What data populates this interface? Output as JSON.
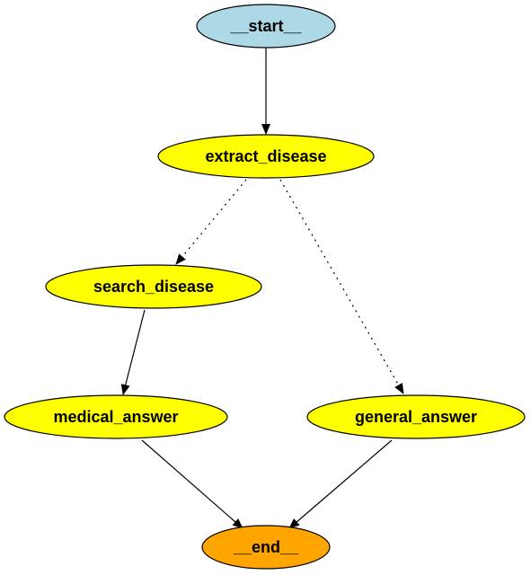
{
  "graph": {
    "nodes": [
      {
        "id": "start",
        "label": "__start__",
        "fill": "#add8e6"
      },
      {
        "id": "extract_disease",
        "label": "extract_disease",
        "fill": "#ffff00"
      },
      {
        "id": "search_disease",
        "label": "search_disease",
        "fill": "#ffff00"
      },
      {
        "id": "medical_answer",
        "label": "medical_answer",
        "fill": "#ffff00"
      },
      {
        "id": "general_answer",
        "label": "general_answer",
        "fill": "#ffff00"
      },
      {
        "id": "end",
        "label": "__end__",
        "fill": "#ffa500"
      }
    ],
    "edges": [
      {
        "from": "start",
        "to": "extract_disease",
        "style": "solid"
      },
      {
        "from": "extract_disease",
        "to": "search_disease",
        "style": "dotted"
      },
      {
        "from": "extract_disease",
        "to": "general_answer",
        "style": "dotted"
      },
      {
        "from": "search_disease",
        "to": "medical_answer",
        "style": "solid"
      },
      {
        "from": "medical_answer",
        "to": "end",
        "style": "solid"
      },
      {
        "from": "general_answer",
        "to": "end",
        "style": "solid"
      }
    ]
  }
}
